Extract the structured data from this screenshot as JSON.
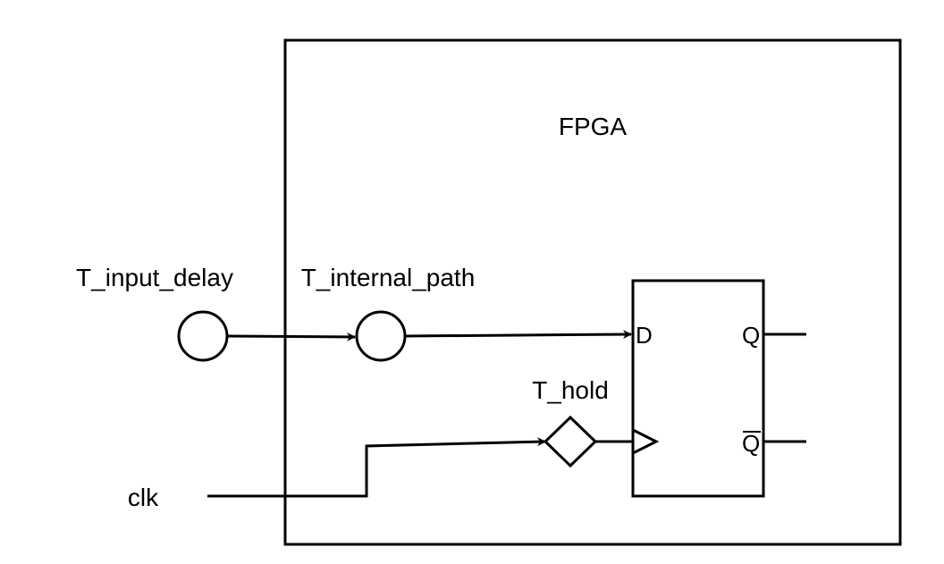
{
  "diagram": {
    "fpga_label": "FPGA",
    "delay_labels": {
      "input_delay": "T_input_delay",
      "internal_path": "T_internal_path",
      "hold": "T_hold"
    },
    "clock_label": "clk",
    "flip_flop": {
      "pin_d": "D",
      "pin_q": "Q",
      "pin_q_bar": "Q"
    }
  }
}
